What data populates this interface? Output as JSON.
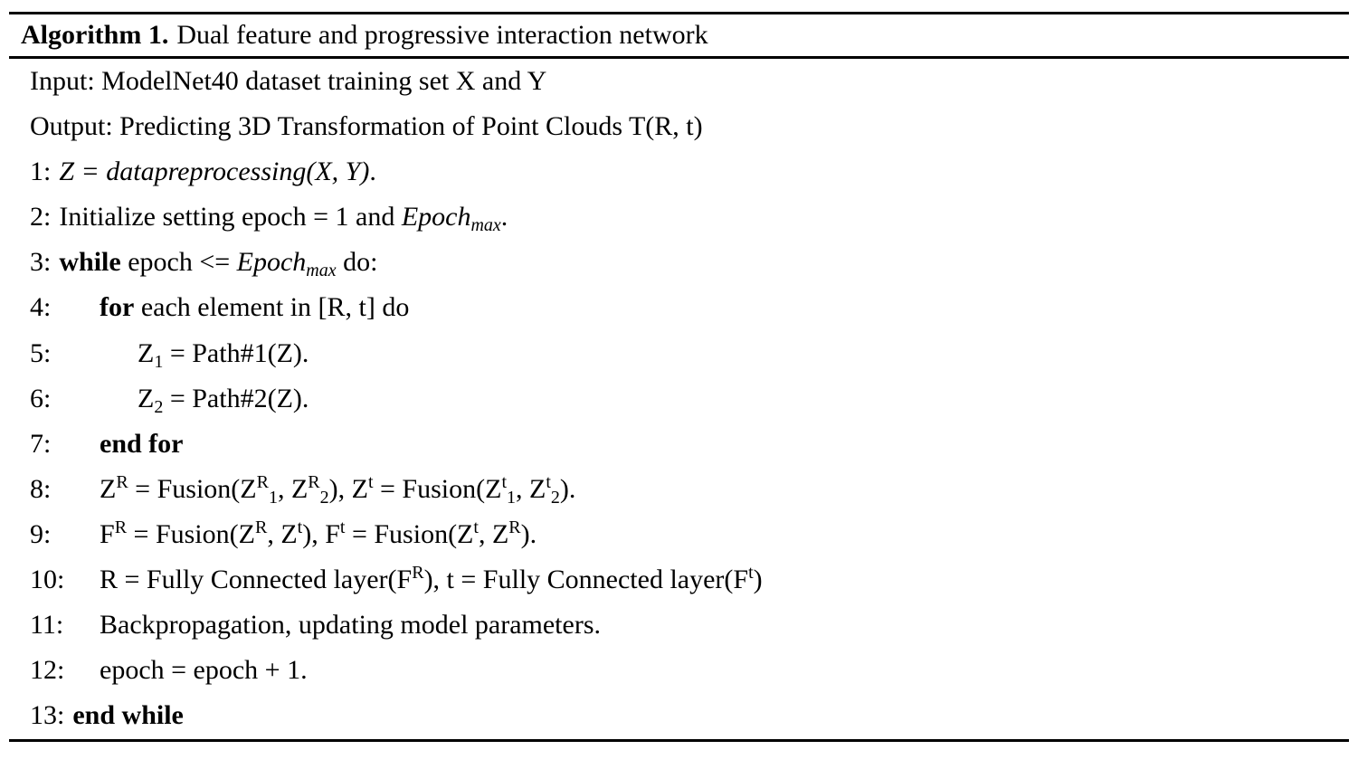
{
  "page": {
    "background": "#ffffff",
    "text_color": "#000000",
    "rule_color": "#000000"
  },
  "header": {
    "label": "Algorithm 1.",
    "title": "Dual feature and progressive interaction network"
  },
  "body": {
    "rows": [
      {
        "kind": "io",
        "segments": [
          {
            "t": "Input: ModelNet40 dataset training set X and Y"
          }
        ]
      },
      {
        "kind": "io",
        "segments": [
          {
            "t": "Output: Predicting 3D Transformation of Point Clouds T(R, t)"
          }
        ]
      },
      {
        "kind": "step",
        "num": "1:",
        "indent": 0,
        "segments": [
          {
            "t": "Z = datapreprocessing(X, Y)",
            "i": true
          },
          {
            "t": "."
          }
        ]
      },
      {
        "kind": "step",
        "num": "2:",
        "indent": 0,
        "segments": [
          {
            "t": "Initialize setting epoch = 1 and "
          },
          {
            "t": "Epoch",
            "i": true
          },
          {
            "t": "max",
            "i": true,
            "sub": true
          },
          {
            "t": "."
          }
        ]
      },
      {
        "kind": "step",
        "num": "3:",
        "indent": 0,
        "segments": [
          {
            "t": "while",
            "b": true
          },
          {
            "t": " epoch <= "
          },
          {
            "t": "Epoch",
            "i": true
          },
          {
            "t": "max",
            "i": true,
            "sub": true
          },
          {
            "t": " do:"
          }
        ]
      },
      {
        "kind": "step",
        "num": "4:",
        "indent": 1,
        "segments": [
          {
            "t": "for",
            "b": true
          },
          {
            "t": " each element in [R, t] do"
          }
        ]
      },
      {
        "kind": "step",
        "num": "5:",
        "indent": 2,
        "segments": [
          {
            "t": "Z"
          },
          {
            "t": "1",
            "sub": true
          },
          {
            "t": " = Path#1(Z)."
          }
        ]
      },
      {
        "kind": "step",
        "num": "6:",
        "indent": 2,
        "segments": [
          {
            "t": "Z"
          },
          {
            "t": "2",
            "sub": true
          },
          {
            "t": " = Path#2(Z)."
          }
        ]
      },
      {
        "kind": "step",
        "num": "7:",
        "indent": 1,
        "segments": [
          {
            "t": "end for",
            "b": true
          }
        ]
      },
      {
        "kind": "step",
        "num": "8:",
        "indent": 1,
        "segments": [
          {
            "t": "Z"
          },
          {
            "t": "R",
            "sup": true
          },
          {
            "t": " = Fusion(Z"
          },
          {
            "t": "R",
            "sup": true
          },
          {
            "t": "1",
            "sub": true
          },
          {
            "t": ", Z"
          },
          {
            "t": "R",
            "sup": true
          },
          {
            "t": "2",
            "sub": true
          },
          {
            "t": "), Z"
          },
          {
            "t": "t",
            "sup": true
          },
          {
            "t": " = Fusion(Z"
          },
          {
            "t": "t",
            "sup": true
          },
          {
            "t": "1",
            "sub": true
          },
          {
            "t": ", Z"
          },
          {
            "t": "t",
            "sup": true
          },
          {
            "t": "2",
            "sub": true
          },
          {
            "t": ")."
          }
        ]
      },
      {
        "kind": "step",
        "num": "9:",
        "indent": 1,
        "segments": [
          {
            "t": "F"
          },
          {
            "t": "R",
            "sup": true
          },
          {
            "t": " = Fusion(Z"
          },
          {
            "t": "R",
            "sup": true
          },
          {
            "t": ", Z"
          },
          {
            "t": "t",
            "sup": true
          },
          {
            "t": "), F"
          },
          {
            "t": "t",
            "sup": true
          },
          {
            "t": " = Fusion(Z"
          },
          {
            "t": "t",
            "sup": true
          },
          {
            "t": ", Z"
          },
          {
            "t": "R",
            "sup": true
          },
          {
            "t": ")."
          }
        ]
      },
      {
        "kind": "step",
        "num": "10:",
        "indent": 1,
        "segments": [
          {
            "t": "R = Fully Connected layer(F"
          },
          {
            "t": "R",
            "sup": true
          },
          {
            "t": "), t = Fully Connected layer(F"
          },
          {
            "t": "t",
            "sup": true
          },
          {
            "t": ")"
          }
        ]
      },
      {
        "kind": "step",
        "num": "11:",
        "indent": 1,
        "segments": [
          {
            "t": "Backpropagation, updating model parameters."
          }
        ]
      },
      {
        "kind": "step",
        "num": "12:",
        "indent": 1,
        "segments": [
          {
            "t": "epoch = epoch + 1."
          }
        ]
      },
      {
        "kind": "step",
        "num": "13:",
        "indent": 0,
        "segments": [
          {
            "t": "end while",
            "b": true
          }
        ]
      }
    ]
  }
}
